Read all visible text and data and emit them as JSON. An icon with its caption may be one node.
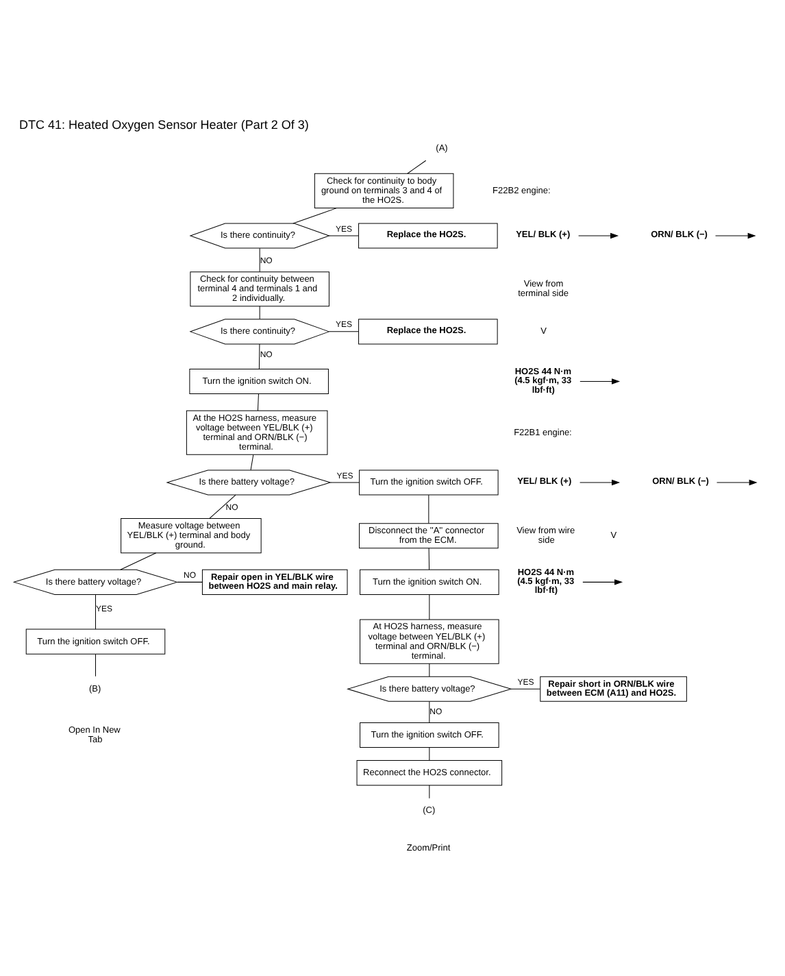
{
  "diagram": {
    "title": "DTC 41: Heated Oxygen Sensor Heater (Part 2 Of 3)",
    "nodes": [
      {
        "text": [
          "(A)"
        ]
      },
      {
        "text": [
          "Check for continuity to body ground on terminals 3 and 4 of the HO2S."
        ]
      },
      {
        "text": [
          "Is there continuity?"
        ]
      },
      {
        "text": [
          "Replace the HO2S."
        ]
      },
      {
        "text": [
          "Check for continuity between terminal 4 and terminals 1 and 2 individually."
        ]
      },
      {
        "text": [
          "Is there continuity?"
        ]
      },
      {
        "text": [
          "Replace the HO2S."
        ]
      },
      {
        "text": [
          "Turn the ignition switch ON."
        ]
      },
      {
        "text": [
          "At the HO2S harness, measure voltage between YEL/BLK (+) terminal and ORN/BLK (−) terminal."
        ]
      },
      {
        "text": [
          "Is there battery voltage?"
        ]
      },
      {
        "text": [
          "Measure voltage between YEL/BLK (+) terminal and body ground."
        ]
      },
      {
        "text": [
          "Is there battery voltage?"
        ]
      },
      {
        "text": [
          "Repair open in YEL/BLK wire between HO2S and main relay."
        ]
      },
      {
        "text": [
          "Turn the ignition switch OFF."
        ]
      },
      {
        "text": [
          "(B)"
        ]
      },
      {
        "text": [
          "Turn the ignition switch OFF."
        ]
      },
      {
        "text": [
          "Disconnect the ''A'' connector from the ECM."
        ]
      },
      {
        "text": [
          "Turn the ignition switch ON."
        ]
      },
      {
        "text": [
          "At HO2S harness, measure voltage between YEL/BLK (+) terminal and ORN/BLK (−) terminal."
        ]
      },
      {
        "text": [
          "Is there battery voltage?"
        ]
      },
      {
        "text": [
          "Repair short in ORN/BLK wire between ECM (A11) and HO2S."
        ]
      },
      {
        "text": [
          "Turn the ignition switch OFF."
        ]
      },
      {
        "text": [
          "Reconnect the HO2S connector."
        ]
      },
      {
        "text": [
          "(C)"
        ]
      },
      {
        "text": [
          "ORN/ BLK (−)"
        ]
      },
      {
        "text": [
          "YEL/ BLK (+)"
        ]
      },
      {
        "text": [
          "HO2S 44 N·m (4.5 kgf·m, 33 lbf·ft)"
        ]
      },
      {
        "text": [
          "YEL/ BLK (+)"
        ]
      },
      {
        "text": [
          "ORN/ BLK (−)"
        ]
      },
      {
        "text": [
          "HO2S 44 N·m (4.5 kgf·m, 33 lbf·ft)"
        ]
      }
    ],
    "edges": [
      {
        "from": 0,
        "to": 1,
        "arrow": "none"
      },
      {
        "from": 1,
        "to": 2,
        "arrow": "none"
      },
      {
        "from": 2,
        "to": 3,
        "arrow": "none",
        "label": "YES"
      },
      {
        "from": 2,
        "to": 4,
        "arrow": "none",
        "label": "NO"
      },
      {
        "from": 4,
        "to": 5,
        "arrow": "none"
      },
      {
        "from": 5,
        "to": 6,
        "arrow": "none",
        "label": "YES"
      },
      {
        "from": 5,
        "to": 7,
        "arrow": "none",
        "label": "NO"
      },
      {
        "from": 7,
        "to": 8,
        "arrow": "none"
      },
      {
        "from": 8,
        "to": 9,
        "arrow": "none"
      },
      {
        "from": 9,
        "to": 15,
        "arrow": "none",
        "label": "YES"
      },
      {
        "from": 9,
        "to": 10,
        "arrow": "none",
        "label": "NO"
      },
      {
        "from": 10,
        "to": 11,
        "arrow": "none"
      },
      {
        "from": 11,
        "to": 12,
        "arrow": "none",
        "label": "NO"
      },
      {
        "from": 11,
        "to": 13,
        "arrow": "none",
        "label": "YES"
      },
      {
        "from": 13,
        "to": 14,
        "arrow": "none"
      },
      {
        "from": 15,
        "to": 16,
        "arrow": "none"
      },
      {
        "from": 16,
        "to": 17,
        "arrow": "none"
      },
      {
        "from": 17,
        "to": 18,
        "arrow": "none"
      },
      {
        "from": 18,
        "to": 19,
        "arrow": "none"
      },
      {
        "from": 19,
        "to": 20,
        "arrow": "none",
        "label": "YES"
      },
      {
        "from": 19,
        "to": 21,
        "arrow": "none",
        "label": "NO"
      },
      {
        "from": 21,
        "to": 22,
        "arrow": "none"
      },
      {
        "from": 22,
        "to": 23,
        "arrow": "none"
      },
      {
        "from": 24,
        "to": null,
        "arrow": "to"
      },
      {
        "from": 25,
        "to": null,
        "arrow": "to"
      },
      {
        "from": 26,
        "to": null,
        "arrow": "to"
      },
      {
        "from": 27,
        "to": null,
        "arrow": "to"
      },
      {
        "from": 28,
        "to": null,
        "arrow": "to"
      },
      {
        "from": 29,
        "to": null,
        "arrow": "to"
      }
    ],
    "labels": [
      "F22B2 engine:",
      "View from terminal side",
      "V",
      "F22B1 engine:",
      "View from wire side",
      "V",
      "Open In New Tab",
      "Zoom/Print"
    ]
  }
}
